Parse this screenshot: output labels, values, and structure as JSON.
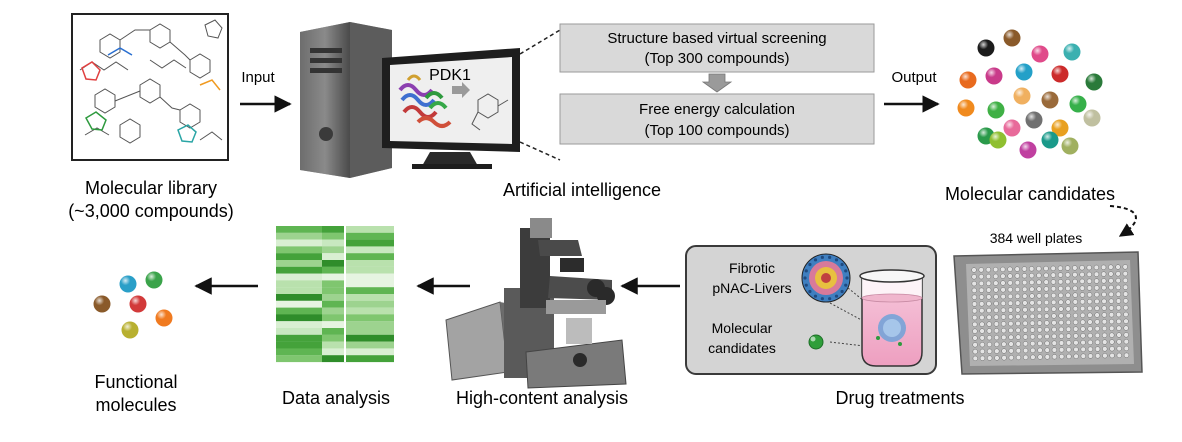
{
  "library": {
    "label_line1": "Molecular library",
    "label_line2": "(~3,000 compounds)"
  },
  "arrows": {
    "input_label": "Input",
    "output_label": "Output"
  },
  "ai": {
    "screen_title": "PDK1",
    "label": "Artificial intelligence"
  },
  "screening": {
    "step1_line1": "Structure based virtual screening",
    "step1_line2": "(Top 300 compounds)",
    "step2_line1": "Free energy  calculation",
    "step2_line2": "(Top 100 compounds)"
  },
  "candidates": {
    "label": "Molecular candidates",
    "plate_label": "384 well plates"
  },
  "drug": {
    "fibrotic_line1": "Fibrotic",
    "fibrotic_line2": "pNAC-Livers",
    "mol_line1": "Molecular",
    "mol_line2": "candidates",
    "label": "Drug treatments"
  },
  "hca": {
    "label": "High-content analysis"
  },
  "data_analysis": {
    "label": "Data analysis"
  },
  "functional": {
    "label_line1": "Functional",
    "label_line2": "molecules"
  },
  "colors": {
    "accent_green": "#3a9a3a",
    "box_gray": "#d9d9d9",
    "arrow": "#111111"
  }
}
